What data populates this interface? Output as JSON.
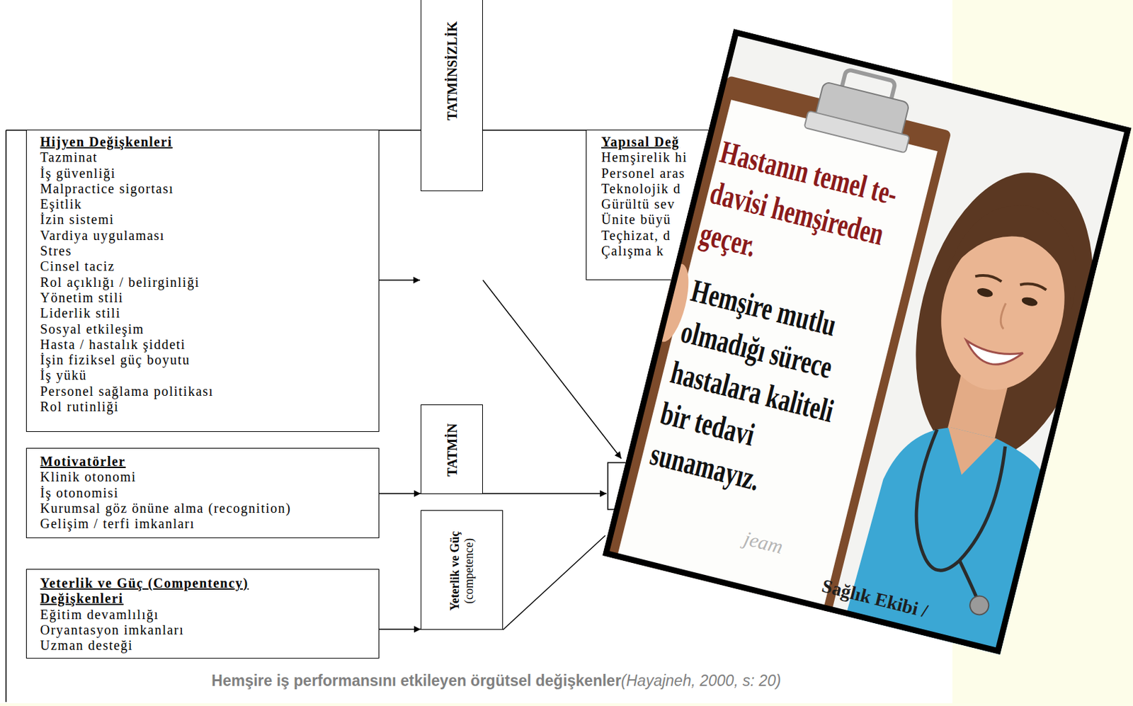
{
  "diagram": {
    "caption": "Hemşire iş performansını etkileyen örgütsel değişkenler",
    "nodes": [
      {
        "text": [
          "TATMİNSİZLİK"
        ]
      },
      {
        "text": [
          "Hijyen Değişkenleri",
          "Tazminat",
          "İş güvenliği",
          "Malpractice sigortası",
          "Eşitlik",
          "İzin sistemi",
          "Vardiya uygulaması",
          "Stres",
          "Cinsel taciz",
          "Rol açıklığı / belirginliği",
          "Yönetim stili",
          "Liderlik stili",
          "Sosyal etkileşim",
          "Hasta / hastalık şiddeti",
          "İşin fiziksel güç boyutu",
          "İş yükü",
          "Personel sağlama politikası",
          "Rol rutinliği"
        ]
      },
      {
        "text": [
          "Yapısal Değ",
          "Hemşirelik hi",
          "Personel aras",
          "Teknolojik d",
          "Gürültü sev",
          "Ünite büyü",
          "Teçhizat, d",
          "Çalışma k"
        ]
      },
      {
        "text": [
          "Motivatörler",
          "Klinik otonomi",
          "İş otonomisi",
          "Kurumsal göz önüne alma (recognition)",
          "Gelişim / terfi imkanları"
        ]
      },
      {
        "text": [
          "TATMİN"
        ]
      },
      {
        "text": [
          "Yeterlik ve Güç (Compentency) Değişkenleri",
          "Eğitim devamlılığı",
          "Oryantasyon imkanları",
          "Uzman desteği"
        ]
      },
      {
        "text": [
          "Yeterlik ve Güç",
          "(competence)"
        ]
      }
    ],
    "edges": [
      {
        "from": 1,
        "to": 0,
        "arrow": "none"
      },
      {
        "from": 0,
        "to": 2,
        "arrow": "none"
      },
      {
        "from": 3,
        "to": 4,
        "arrow": "to"
      },
      {
        "from": 5,
        "to": 6,
        "arrow": "to"
      }
    ],
    "labels": [
      "Hastanın temel te- davisi hemşireden geçer.",
      "Hemşire mutlu olmadığı sürece hastalara kaliteli bir tedavi sunamayız.",
      "jeam",
      "Sağlık Ekibi /",
      "(Hayajneh, 2000, s: 20)"
    ]
  }
}
